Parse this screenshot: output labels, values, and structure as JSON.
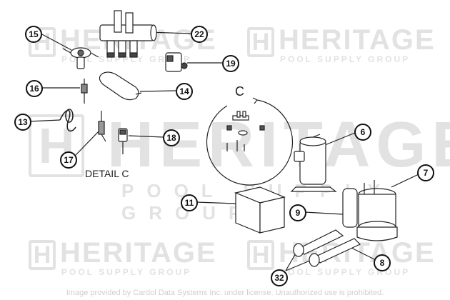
{
  "watermark": {
    "brand": "HERITAGE",
    "tagline": "POOL SUPPLY GROUP",
    "logo_letter": "H"
  },
  "footer_text": "Image provided by Cardol Data Systems Inc. under license. Unauthorized use is prohibited.",
  "detail_label": "DETAIL C",
  "detail_letter": "C",
  "callouts": {
    "c15": "15",
    "c22": "22",
    "c19": "19",
    "c16": "16",
    "c14": "14",
    "c13": "13",
    "c17": "17",
    "c18": "18",
    "c6": "6",
    "c7": "7",
    "c11": "11",
    "c9": "9",
    "c8": "8",
    "c32": "32"
  }
}
